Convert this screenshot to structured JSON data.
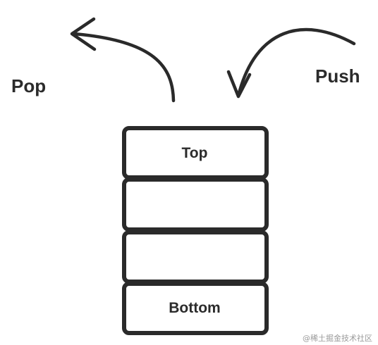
{
  "operations": {
    "pop_label": "Pop",
    "push_label": "Push"
  },
  "stack": {
    "slots": [
      {
        "label": "Top"
      },
      {
        "label": ""
      },
      {
        "label": ""
      },
      {
        "label": "Bottom"
      }
    ]
  },
  "watermark": "@稀土掘金技术社区",
  "colors": {
    "ink": "#2a2a2a",
    "background": "#ffffff",
    "watermark": "#9a9a9a"
  }
}
